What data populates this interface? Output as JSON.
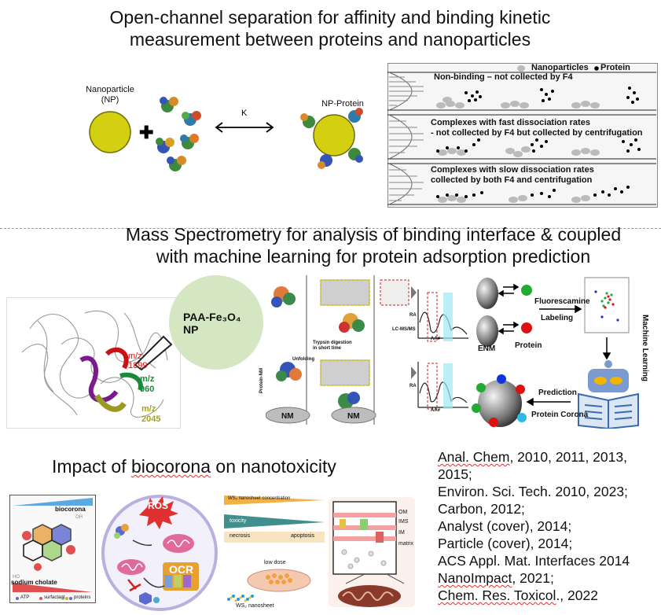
{
  "section1": {
    "title_line1": "Open-channel separation for affinity and binding kinetic",
    "title_line2": "measurement between proteins and nanoparticles",
    "np_label_line1": "Nanoparticle",
    "np_label_line2": "(NP)",
    "k_label": "K",
    "np_protein_label": "NP-Protein",
    "legend_nanoparticles": "Nanoparticles",
    "legend_protein": "Protein",
    "channel1_line1": "Non-binding – not collected by F4",
    "channel2_line1": "Complexes with fast dissociation rates",
    "channel2_line2": "- not collected by F4 but collected by centrifugation",
    "channel3_line1": "Complexes with slow dissociation rates",
    "channel3_line2": "collected by both F4 and centrifugation"
  },
  "section2": {
    "title_line1": "Mass Spectrometry for analysis of binding interface & coupled",
    "title_line2": "with machine learning for protein adsorption prediction",
    "paa_line1": "PAA-Fe₃O₄",
    "paa_line2": "NP",
    "mz1_label": "m/z",
    "mz1_value": "1899",
    "mz2_label": "m/z",
    "mz2_value": "960",
    "mz3_label": "m/z",
    "mz3_value": "2045",
    "ms_tag_label": "LC-MS/MS",
    "trypsin_line1": "Trypsin digestion",
    "trypsin_line2": "in short time",
    "unfolding_label": "Unfolding",
    "protein_nm_label": "Protein-NM",
    "nm_label": "NM",
    "ra_label": "RA",
    "aa_label": "AA#",
    "fluorescamine_label": "Fluorescamine",
    "labeling_label": "Labeling",
    "enm_label": "ENM",
    "protein_label": "Protein",
    "machine_learning_label": "Machine Learning",
    "prediction_label": "Prediction",
    "protein_corona_label": "Protein Corona"
  },
  "section3": {
    "title_pre": "Impact of ",
    "title_underlined": "biocorona",
    "title_post": " on nanotoxicity",
    "biocorona_label": "biocorona",
    "sodium_cholate_label": "sodium cholate",
    "legend_atp": "ATP",
    "legend_surfactant": "surfactant",
    "legend_proteins": "proteins",
    "ros_label": "ROS",
    "ocr_label": "OCR",
    "ws2_concentration_label": "WS₂ nanosheet concentration",
    "toxicity_label": "toxicity",
    "necrosis_label": "necrosis",
    "apoptosis_label": "apoptosis",
    "low_dose_label": "low dose",
    "ws2_nanosheet_label": "WS₂ nanosheet",
    "om_label": "OM",
    "ims_label": "IMS",
    "im_label": "IM",
    "matrix_label": "matrix"
  },
  "citations": [
    {
      "pre": "Anal. Chem",
      "post": ", 2010, 2011, 2013,",
      "wavy": true
    },
    {
      "pre": "2015;",
      "post": "",
      "wavy": false
    },
    {
      "pre": "Environ. Sci. Tech. 2010, 2023;",
      "post": "",
      "wavy": false
    },
    {
      "pre": "Carbon, 2012;",
      "post": "",
      "wavy": false
    },
    {
      "pre": "Analyst (cover), 2014;",
      "post": "",
      "wavy": false
    },
    {
      "pre": "Particle (cover), 2014;",
      "post": "",
      "wavy": false
    },
    {
      "pre": "ACS Appl. Mat. Interfaces 2014",
      "post": "",
      "wavy": false
    },
    {
      "pre": "NanoImpact",
      "post": ", 2021;",
      "wavy": true
    },
    {
      "pre": "Chem. Res. Toxicol",
      "post": "., 2022",
      "wavy": true
    }
  ],
  "colors": {
    "np_yellow": "#d4cf11",
    "paa_green": "#d5e6c3",
    "section_divider": "#9a9a9a"
  }
}
